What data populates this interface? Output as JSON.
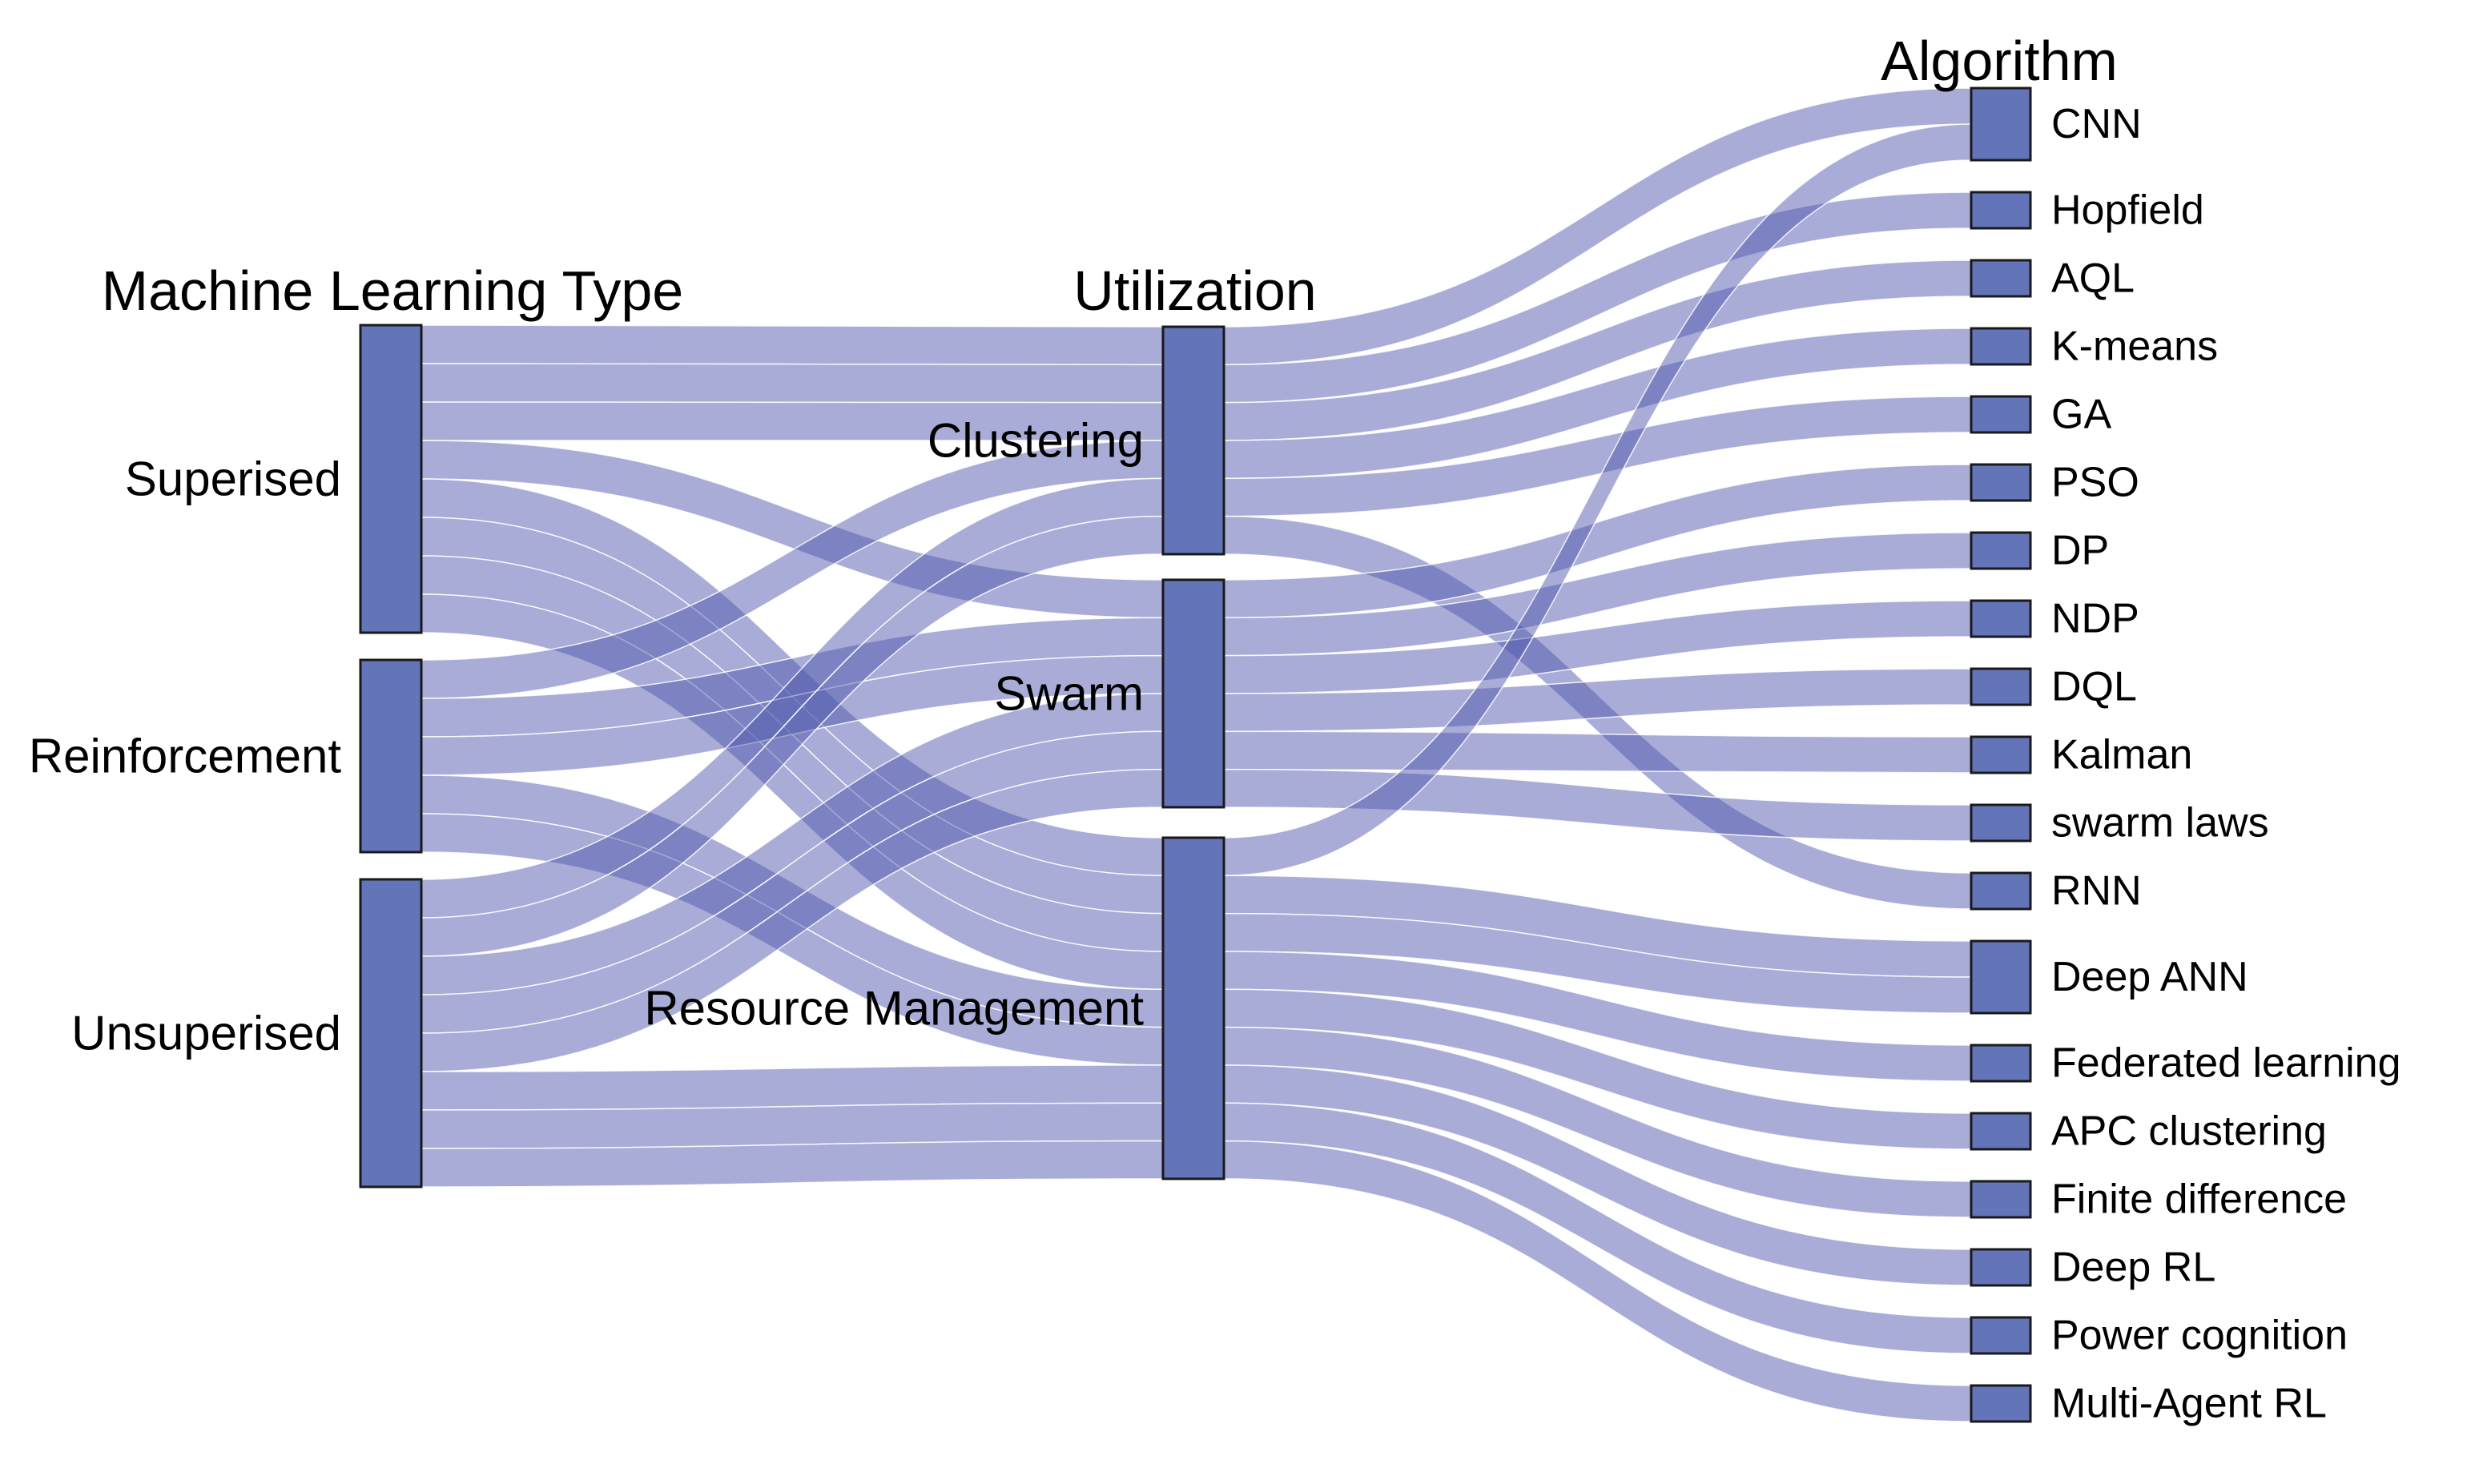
{
  "figure": {
    "kind": "sankey-diagram",
    "background": "#ffffff"
  },
  "colors": {
    "node_fill": "#6474b8",
    "node_border": "#1a1a1a",
    "link_fill": "rgba(82,90,174,0.5)",
    "link_separator": "rgba(255,255,255,0.85)",
    "text": "#000000"
  },
  "chart_data": {
    "type": "sankey",
    "columns": [
      {
        "id": "ml_type",
        "header": "Machine Learning Type",
        "nodes": [
          {
            "label": "Superised",
            "value": 8
          },
          {
            "label": "Reinforcement",
            "value": 5
          },
          {
            "label": "Unsuperised",
            "value": 8
          }
        ]
      },
      {
        "id": "utilization",
        "header": "Utilization",
        "nodes": [
          {
            "label": "Clustering",
            "value": 6
          },
          {
            "label": "Swarm",
            "value": 6
          },
          {
            "label": "Resource Management",
            "value": 9
          }
        ]
      },
      {
        "id": "algorithm",
        "header": "Algorithm",
        "nodes": [
          {
            "label": "CNN",
            "value": 2
          },
          {
            "label": "Hopfield",
            "value": 1
          },
          {
            "label": "AQL",
            "value": 1
          },
          {
            "label": "K-means",
            "value": 1
          },
          {
            "label": "GA",
            "value": 1
          },
          {
            "label": "PSO",
            "value": 1
          },
          {
            "label": "DP",
            "value": 1
          },
          {
            "label": "NDP",
            "value": 1
          },
          {
            "label": "DQL",
            "value": 1
          },
          {
            "label": "Kalman",
            "value": 1
          },
          {
            "label": "swarm laws",
            "value": 1
          },
          {
            "label": "RNN",
            "value": 1
          },
          {
            "label": "Deep ANN",
            "value": 2
          },
          {
            "label": "Federated learning",
            "value": 1
          },
          {
            "label": "APC clustering",
            "value": 1
          },
          {
            "label": "Finite difference",
            "value": 1
          },
          {
            "label": "Deep RL",
            "value": 1
          },
          {
            "label": "Power cognition",
            "value": 1
          },
          {
            "label": "Multi-Agent RL",
            "value": 1
          }
        ]
      }
    ],
    "links": [
      {
        "source": "Superised",
        "target": "Clustering",
        "value": 3
      },
      {
        "source": "Superised",
        "target": "Swarm",
        "value": 1
      },
      {
        "source": "Superised",
        "target": "Resource Management",
        "value": 4
      },
      {
        "source": "Reinforcement",
        "target": "Clustering",
        "value": 1
      },
      {
        "source": "Reinforcement",
        "target": "Swarm",
        "value": 2
      },
      {
        "source": "Reinforcement",
        "target": "Resource Management",
        "value": 2
      },
      {
        "source": "Unsuperised",
        "target": "Clustering",
        "value": 2
      },
      {
        "source": "Unsuperised",
        "target": "Swarm",
        "value": 3
      },
      {
        "source": "Unsuperised",
        "target": "Resource Management",
        "value": 3
      },
      {
        "source": "Clustering",
        "target": "CNN",
        "value": 1
      },
      {
        "source": "Clustering",
        "target": "Hopfield",
        "value": 1
      },
      {
        "source": "Clustering",
        "target": "AQL",
        "value": 1
      },
      {
        "source": "Clustering",
        "target": "K-means",
        "value": 1
      },
      {
        "source": "Clustering",
        "target": "GA",
        "value": 1
      },
      {
        "source": "Clustering",
        "target": "RNN",
        "value": 1
      },
      {
        "source": "Swarm",
        "target": "PSO",
        "value": 1
      },
      {
        "source": "Swarm",
        "target": "DP",
        "value": 1
      },
      {
        "source": "Swarm",
        "target": "NDP",
        "value": 1
      },
      {
        "source": "Swarm",
        "target": "DQL",
        "value": 1
      },
      {
        "source": "Swarm",
        "target": "Kalman",
        "value": 1
      },
      {
        "source": "Swarm",
        "target": "swarm laws",
        "value": 1
      },
      {
        "source": "Resource Management",
        "target": "CNN",
        "value": 1
      },
      {
        "source": "Resource Management",
        "target": "Deep ANN",
        "value": 2
      },
      {
        "source": "Resource Management",
        "target": "Federated learning",
        "value": 1
      },
      {
        "source": "Resource Management",
        "target": "APC clustering",
        "value": 1
      },
      {
        "source": "Resource Management",
        "target": "Finite difference",
        "value": 1
      },
      {
        "source": "Resource Management",
        "target": "Deep RL",
        "value": 1
      },
      {
        "source": "Resource Management",
        "target": "Power cognition",
        "value": 1
      },
      {
        "source": "Resource Management",
        "target": "Multi-Agent RL",
        "value": 1
      }
    ]
  }
}
